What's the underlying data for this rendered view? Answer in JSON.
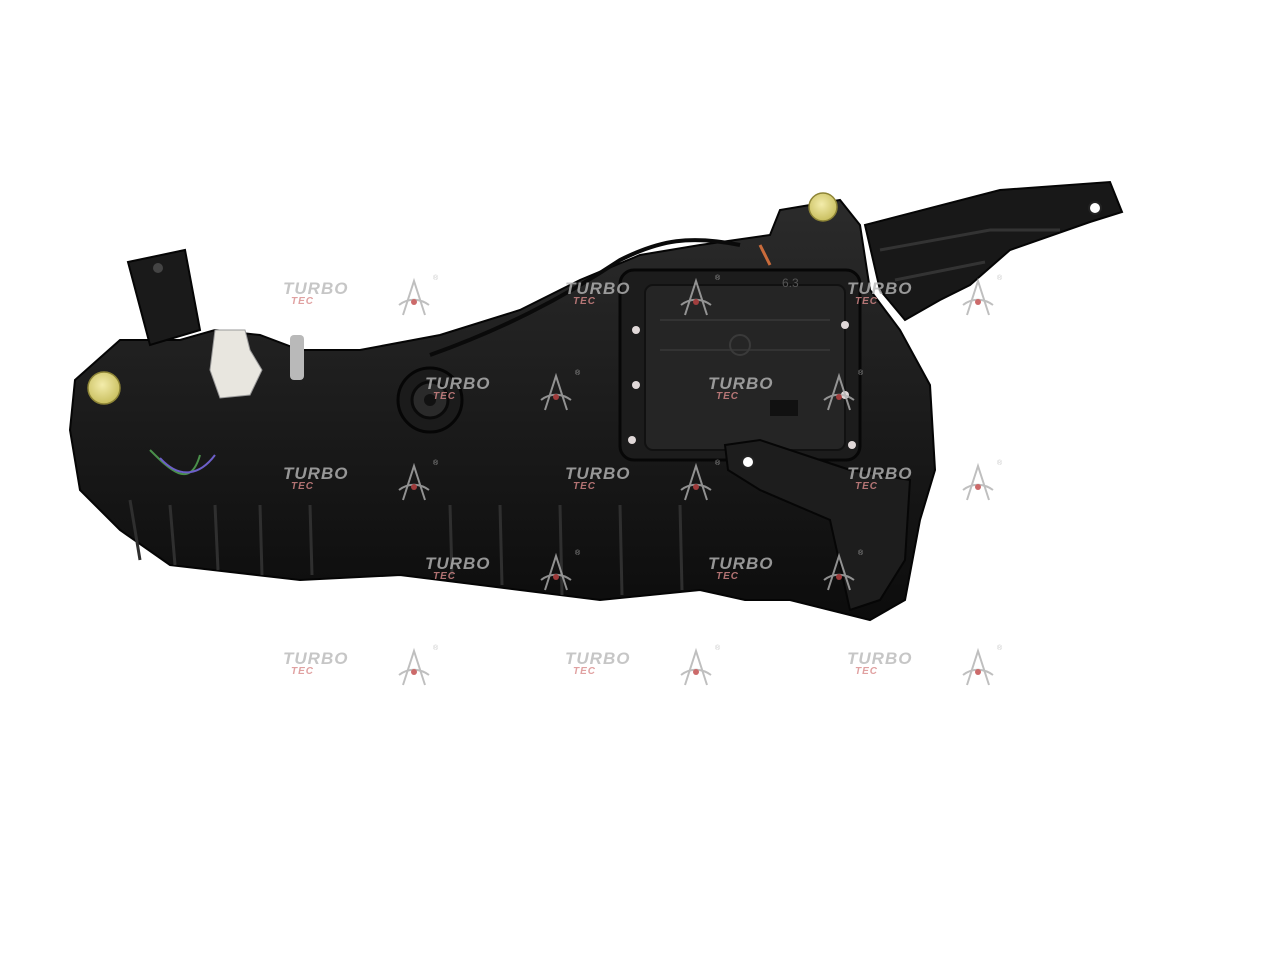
{
  "image": {
    "subject": "adblue-tank-assembly",
    "colors": {
      "background": "#ffffff",
      "plastic": "#151515",
      "plastic_highlight": "#2d2d2d",
      "cap": "#e6dd86",
      "watermark_red": "#c04545"
    }
  },
  "watermark": {
    "brand_main": "TURBO",
    "brand_sub": "TEC",
    "registered": "®"
  },
  "part_marking": "6.3"
}
